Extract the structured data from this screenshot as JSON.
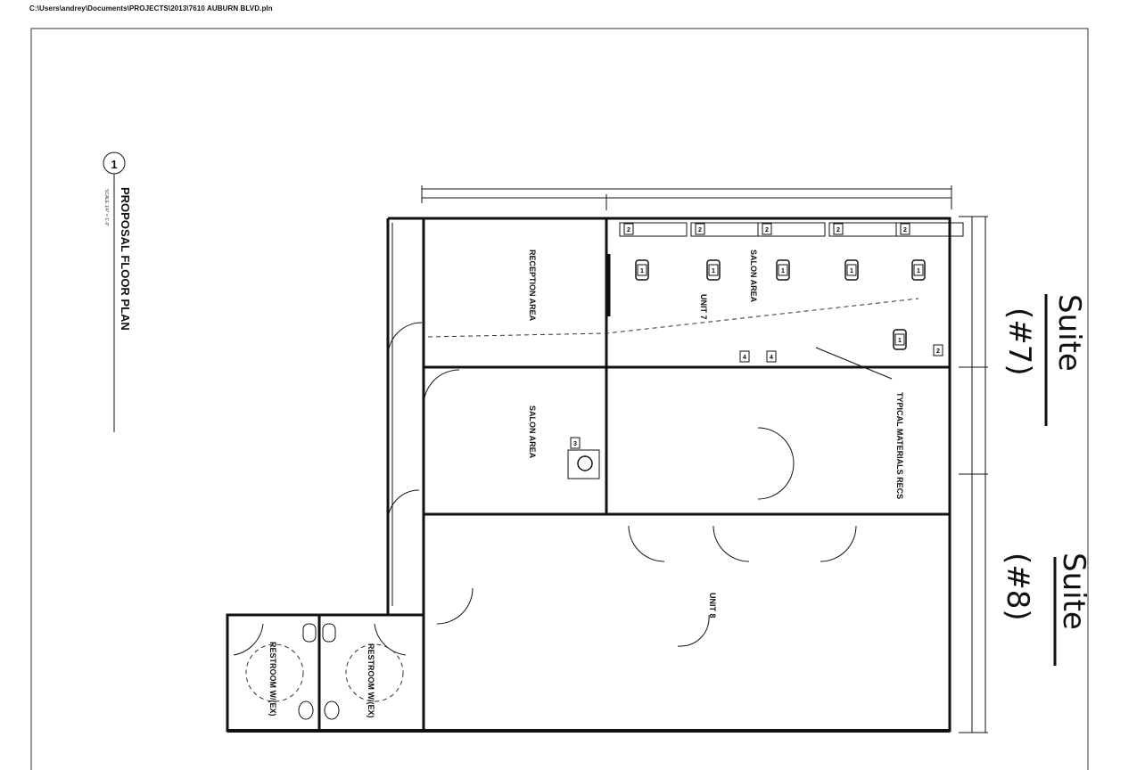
{
  "header": {
    "file_path": "C:\\Users\\andrey\\Documents\\PROJECTS\\2013\\7610 AUBURN BLVD.pln"
  },
  "drawing": {
    "number": "1",
    "title": "PROPOSAL FLOOR PLAN",
    "scale": "SCALE 1/4\" = 1'-0\""
  },
  "rooms": {
    "reception": "RECEPTION AREA",
    "salon_unit7": "SALON AREA",
    "unit7": "UNIT 7",
    "salon_small": "SALON AREA",
    "unit8": "UNIT 8",
    "restroom_left": "RESTROOM W/(EX)",
    "restroom_right": "RESTROOM W/(EX)",
    "typical_note": "TYPICAL MATERIALS RECS"
  },
  "annotations": {
    "suite7_word": "Suite",
    "suite7_number": "(#7)",
    "suite8_word": "Suite",
    "suite8_number": "(#8)"
  },
  "fixture_tags": [
    "2",
    "2",
    "2",
    "2",
    "2",
    "1",
    "1",
    "1",
    "1",
    "1",
    "1",
    "4",
    "4",
    "2",
    "3"
  ]
}
